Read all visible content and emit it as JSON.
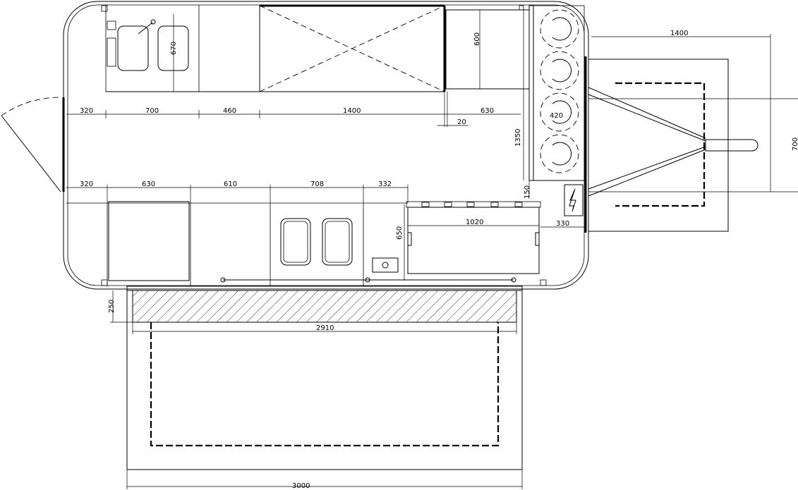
{
  "dimensions": {
    "left_upper_320": "320",
    "sink_700": "700",
    "counter_460": "460",
    "worktop_1400": "1400",
    "fridge_630": "630",
    "gap_20": "20",
    "left_lower_320": "320",
    "cabinet_630": "630",
    "cabinet_610": "610",
    "fryer_708": "708",
    "hand_sink_332": "332",
    "display_1020": "1020",
    "side_330": "330",
    "depth_650": "650",
    "sink_depth_670": "670",
    "fridge_depth_600": "600",
    "burner_width_420": "420",
    "burner_length_1350": "1350",
    "gap_150": "150",
    "drawbar_1400": "1400",
    "drawbar_700": "700",
    "counter_depth_250": "250",
    "counter_2910": "2910",
    "awning_3000": "3000"
  },
  "symbols": {
    "electric": "lightning-bolt-icon"
  },
  "colors": {
    "line": "#000000",
    "background": "#ffffff"
  }
}
